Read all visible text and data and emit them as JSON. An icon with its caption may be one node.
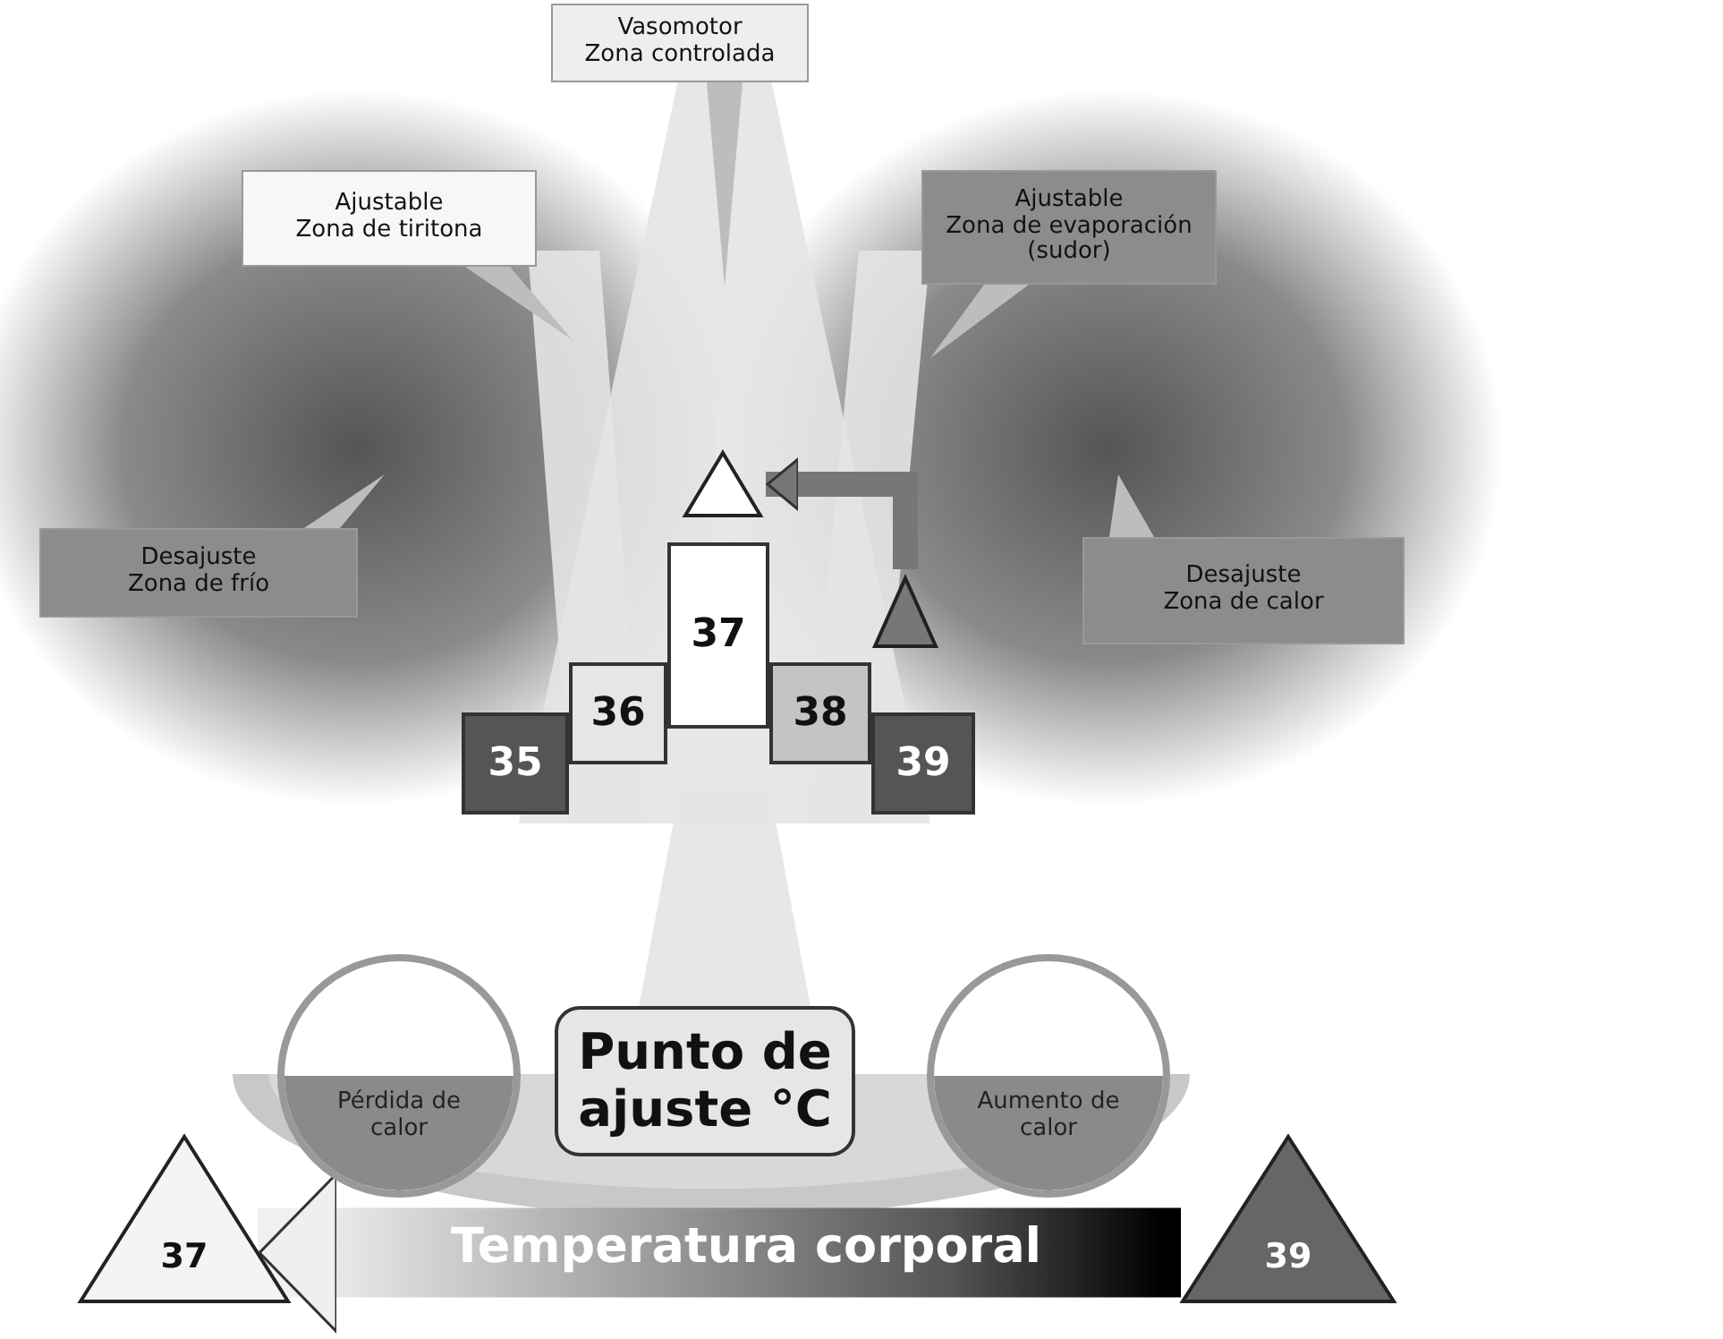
{
  "diagram": {
    "nodes": [
      {
        "text": [
          "Vasomotor",
          "Zona controlada"
        ]
      },
      {
        "text": [
          "Ajustable",
          "Zona de tiritona"
        ]
      },
      {
        "text": [
          "Ajustable",
          "Zona de evaporación (sudor)"
        ]
      },
      {
        "text": [
          "Desajuste",
          "Zona de frío"
        ]
      },
      {
        "text": [
          "Desajuste",
          "Zona de calor"
        ]
      },
      {
        "text": [
          "35"
        ]
      },
      {
        "text": [
          "36"
        ]
      },
      {
        "text": [
          "37"
        ]
      },
      {
        "text": [
          "38"
        ]
      },
      {
        "text": [
          "39"
        ]
      },
      {
        "text": [],
        "shape": "triangle"
      },
      {
        "text": [],
        "shape": "triangle"
      },
      {
        "text": [
          "Pérdida de calor"
        ]
      },
      {
        "text": [
          "Punto de ajuste °C"
        ]
      },
      {
        "text": [
          "Aumento de calor"
        ]
      },
      {
        "text": [
          "37"
        ]
      },
      {
        "text": [
          "39"
        ]
      }
    ],
    "edges": [
      {
        "from": 11,
        "to": 10,
        "arrow": "to"
      },
      {
        "from": 16,
        "to": 15,
        "label": "Temperatura corporal",
        "arrow": "to"
      }
    ]
  }
}
